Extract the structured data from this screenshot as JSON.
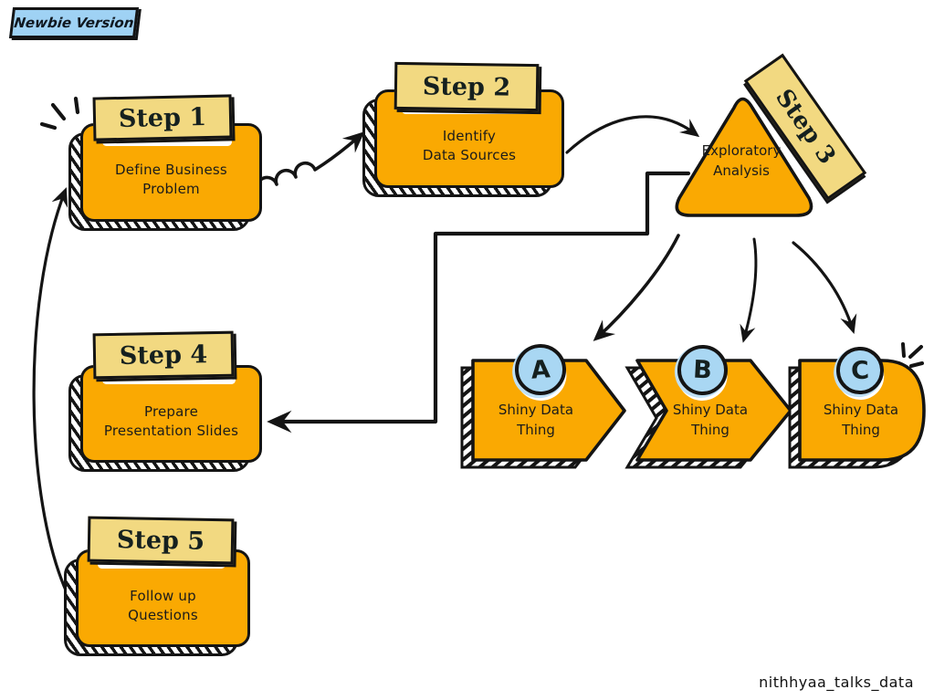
{
  "badge": {
    "label": "Newbie Version"
  },
  "watermark": {
    "label": "nithhyaa_talks_data"
  },
  "colors": {
    "shape_orange": "#FAA902",
    "tab_yellow": "#F2D981",
    "badge_blue": "#9FD2F4",
    "circle_blue": "#A9D7F3",
    "ink": "#141414",
    "background": "#FFFFFF"
  },
  "steps": [
    {
      "id": "step1",
      "title": "Step 1",
      "body": [
        "Define Business",
        "Problem"
      ]
    },
    {
      "id": "step2",
      "title": "Step 2",
      "body": [
        "Identify",
        "Data Sources"
      ]
    },
    {
      "id": "step3",
      "title": "Step 3",
      "body": [
        "Exploratory",
        "Analysis"
      ]
    },
    {
      "id": "step4",
      "title": "Step 4",
      "body": [
        "Prepare",
        "Presentation Slides"
      ]
    },
    {
      "id": "step5",
      "title": "Step 5",
      "body": [
        "Follow up",
        "Questions"
      ]
    }
  ],
  "outputs": [
    {
      "letter": "A",
      "body": [
        "Shiny Data",
        "Thing"
      ]
    },
    {
      "letter": "B",
      "body": [
        "Shiny Data",
        "Thing"
      ]
    },
    {
      "letter": "C",
      "body": [
        "Shiny Data",
        "Thing"
      ]
    }
  ],
  "connections": [
    "step1 -> step2 (coil arrow)",
    "step2 -> step3 (curved arrow)",
    "step3 -> step4 (right-angle line arrow)",
    "step3 -> output A (curved arrow)",
    "step3 -> output B (curved arrow)",
    "step3 -> output C (curved arrow)",
    "step5 -> step1 (long curved return arrow)"
  ]
}
